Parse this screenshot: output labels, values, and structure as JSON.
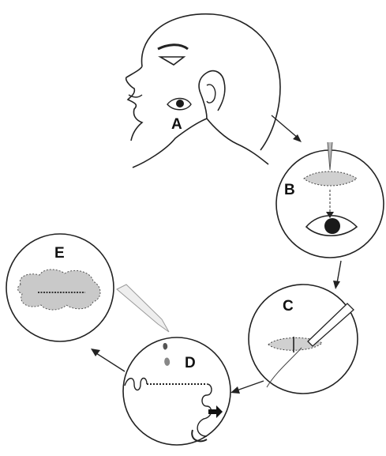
{
  "steps": {
    "a": {
      "label": "A"
    },
    "b": {
      "label": "B"
    },
    "c": {
      "label": "C"
    },
    "d": {
      "label": "D"
    },
    "e": {
      "label": "E"
    }
  },
  "colors": {
    "line": "#222222",
    "shade": "#c9c9c9",
    "light_shade": "#d8d8d8",
    "pupil": "#1a1a1a"
  }
}
